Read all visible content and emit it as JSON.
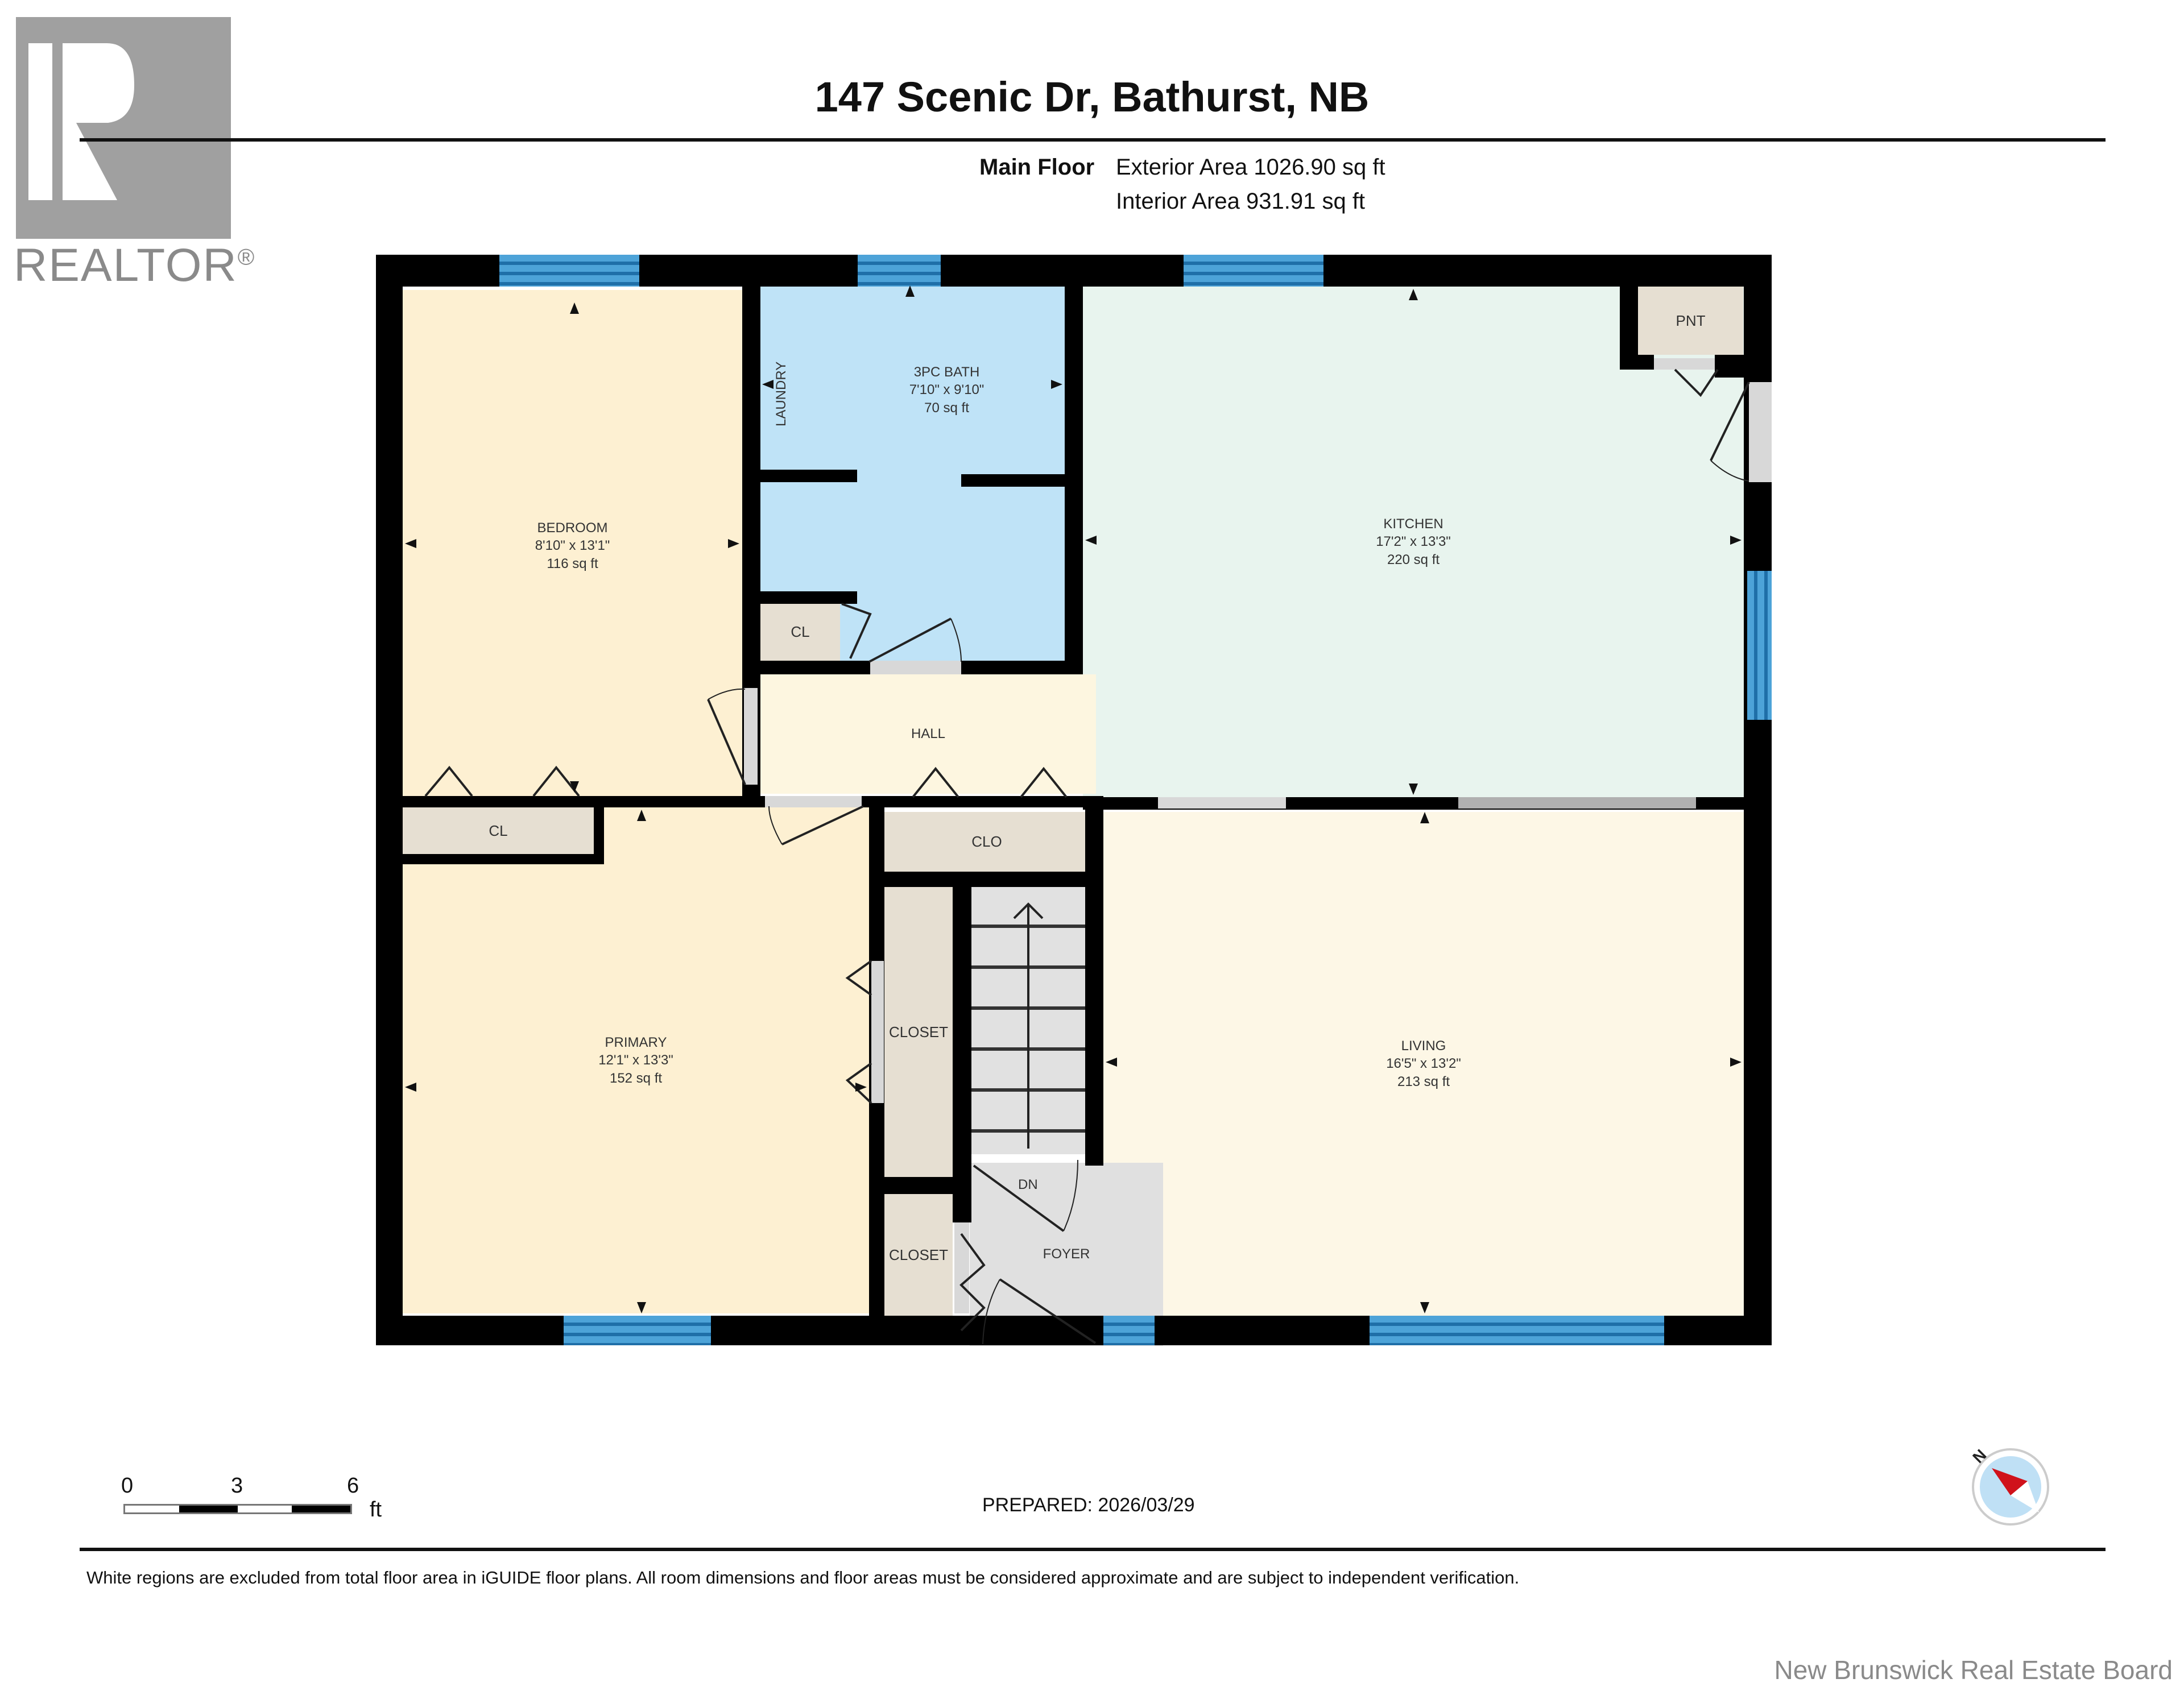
{
  "branding": {
    "logo_letter": "R",
    "logo_word": "REALTOR",
    "logo_mark": "®",
    "board_name": "New Brunswick Real Estate Board"
  },
  "header": {
    "title": "147 Scenic Dr, Bathurst, NB",
    "floor_name": "Main Floor",
    "exterior_area": "Exterior Area 1026.90 sq ft",
    "interior_area": "Interior Area 931.91 sq ft"
  },
  "rooms": {
    "bedroom": {
      "name": "BEDROOM",
      "dims": "8'10\" x 13'1\"",
      "area": "116 sq ft",
      "color": "#fdf0d2"
    },
    "bath": {
      "name": "3PC BATH",
      "dims": "7'10\" x 9'10\"",
      "area": "70 sq ft",
      "color": "#bfe3f7"
    },
    "laundry": {
      "name": "LAUNDRY"
    },
    "kitchen": {
      "name": "KITCHEN",
      "dims": "17'2\" x 13'3\"",
      "area": "220 sq ft",
      "color": "#e8f4ee"
    },
    "pantry": {
      "name": "PNT"
    },
    "hall": {
      "name": "HALL",
      "color": "#fdf6e0"
    },
    "bath_closet": {
      "name": "CL"
    },
    "bedroom_closet": {
      "name": "CL"
    },
    "hall_closet": {
      "name": "CLO"
    },
    "primary": {
      "name": "PRIMARY",
      "dims": "12'1\" x 13'3\"",
      "area": "152 sq ft",
      "color": "#fdf0d2"
    },
    "closet_upper": {
      "name": "CLOSET"
    },
    "closet_lower": {
      "name": "CLOSET"
    },
    "living": {
      "name": "LIVING",
      "dims": "16'5\" x 13'2\"",
      "area": "213 sq ft",
      "color": "#fdf7e6"
    },
    "foyer": {
      "name": "FOYER",
      "color": "#e0e0e0"
    },
    "stairs": {
      "label": "DN"
    }
  },
  "scale_bar": {
    "ticks": [
      "0",
      "3",
      "6"
    ],
    "unit": "ft"
  },
  "compass": {
    "label": "N",
    "needle_color": "#d0121b",
    "dial_color": "#bfe0f5"
  },
  "footer": {
    "prepared": "PREPARED: 2026/03/29",
    "disclaimer": "White regions are excluded from total floor area in iGUIDE floor plans. All room dimensions and floor areas must be considered approximate and are subject to independent verification."
  },
  "colors": {
    "wall": "#000000",
    "window": "#4da3d8",
    "closet": "#e6dfd2",
    "door_gap": "#d8d8d8"
  }
}
